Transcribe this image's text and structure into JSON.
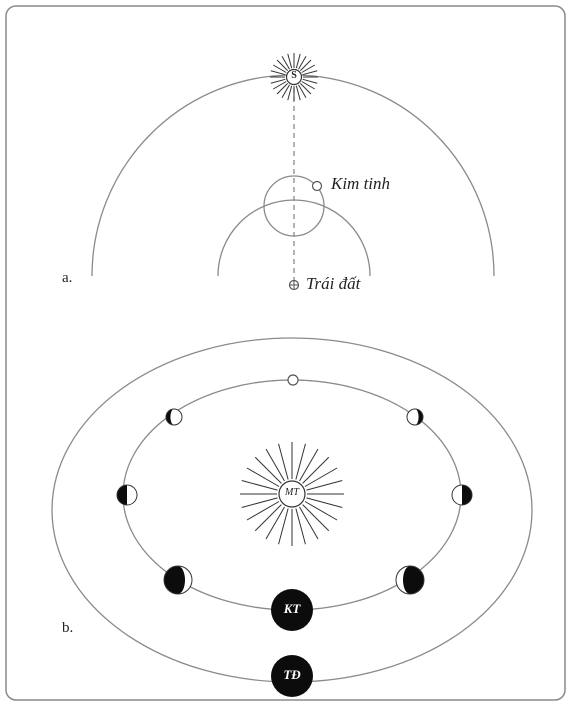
{
  "panel_a": {
    "label": "a.",
    "sun_symbol": "S",
    "venus_name": "Kim tinh",
    "earth_name": "Trái đất"
  },
  "panel_b": {
    "label": "b.",
    "sun_name": "MT",
    "venus_name": "KT",
    "earth_name": "TĐ",
    "venus_phases": [
      "full",
      "gibbous",
      "gibbous",
      "half",
      "half",
      "crescent",
      "crescent",
      "new"
    ]
  },
  "colors": {
    "line": "#8a8a8a",
    "dark": "#0c0c0c",
    "light": "#ffffff"
  }
}
